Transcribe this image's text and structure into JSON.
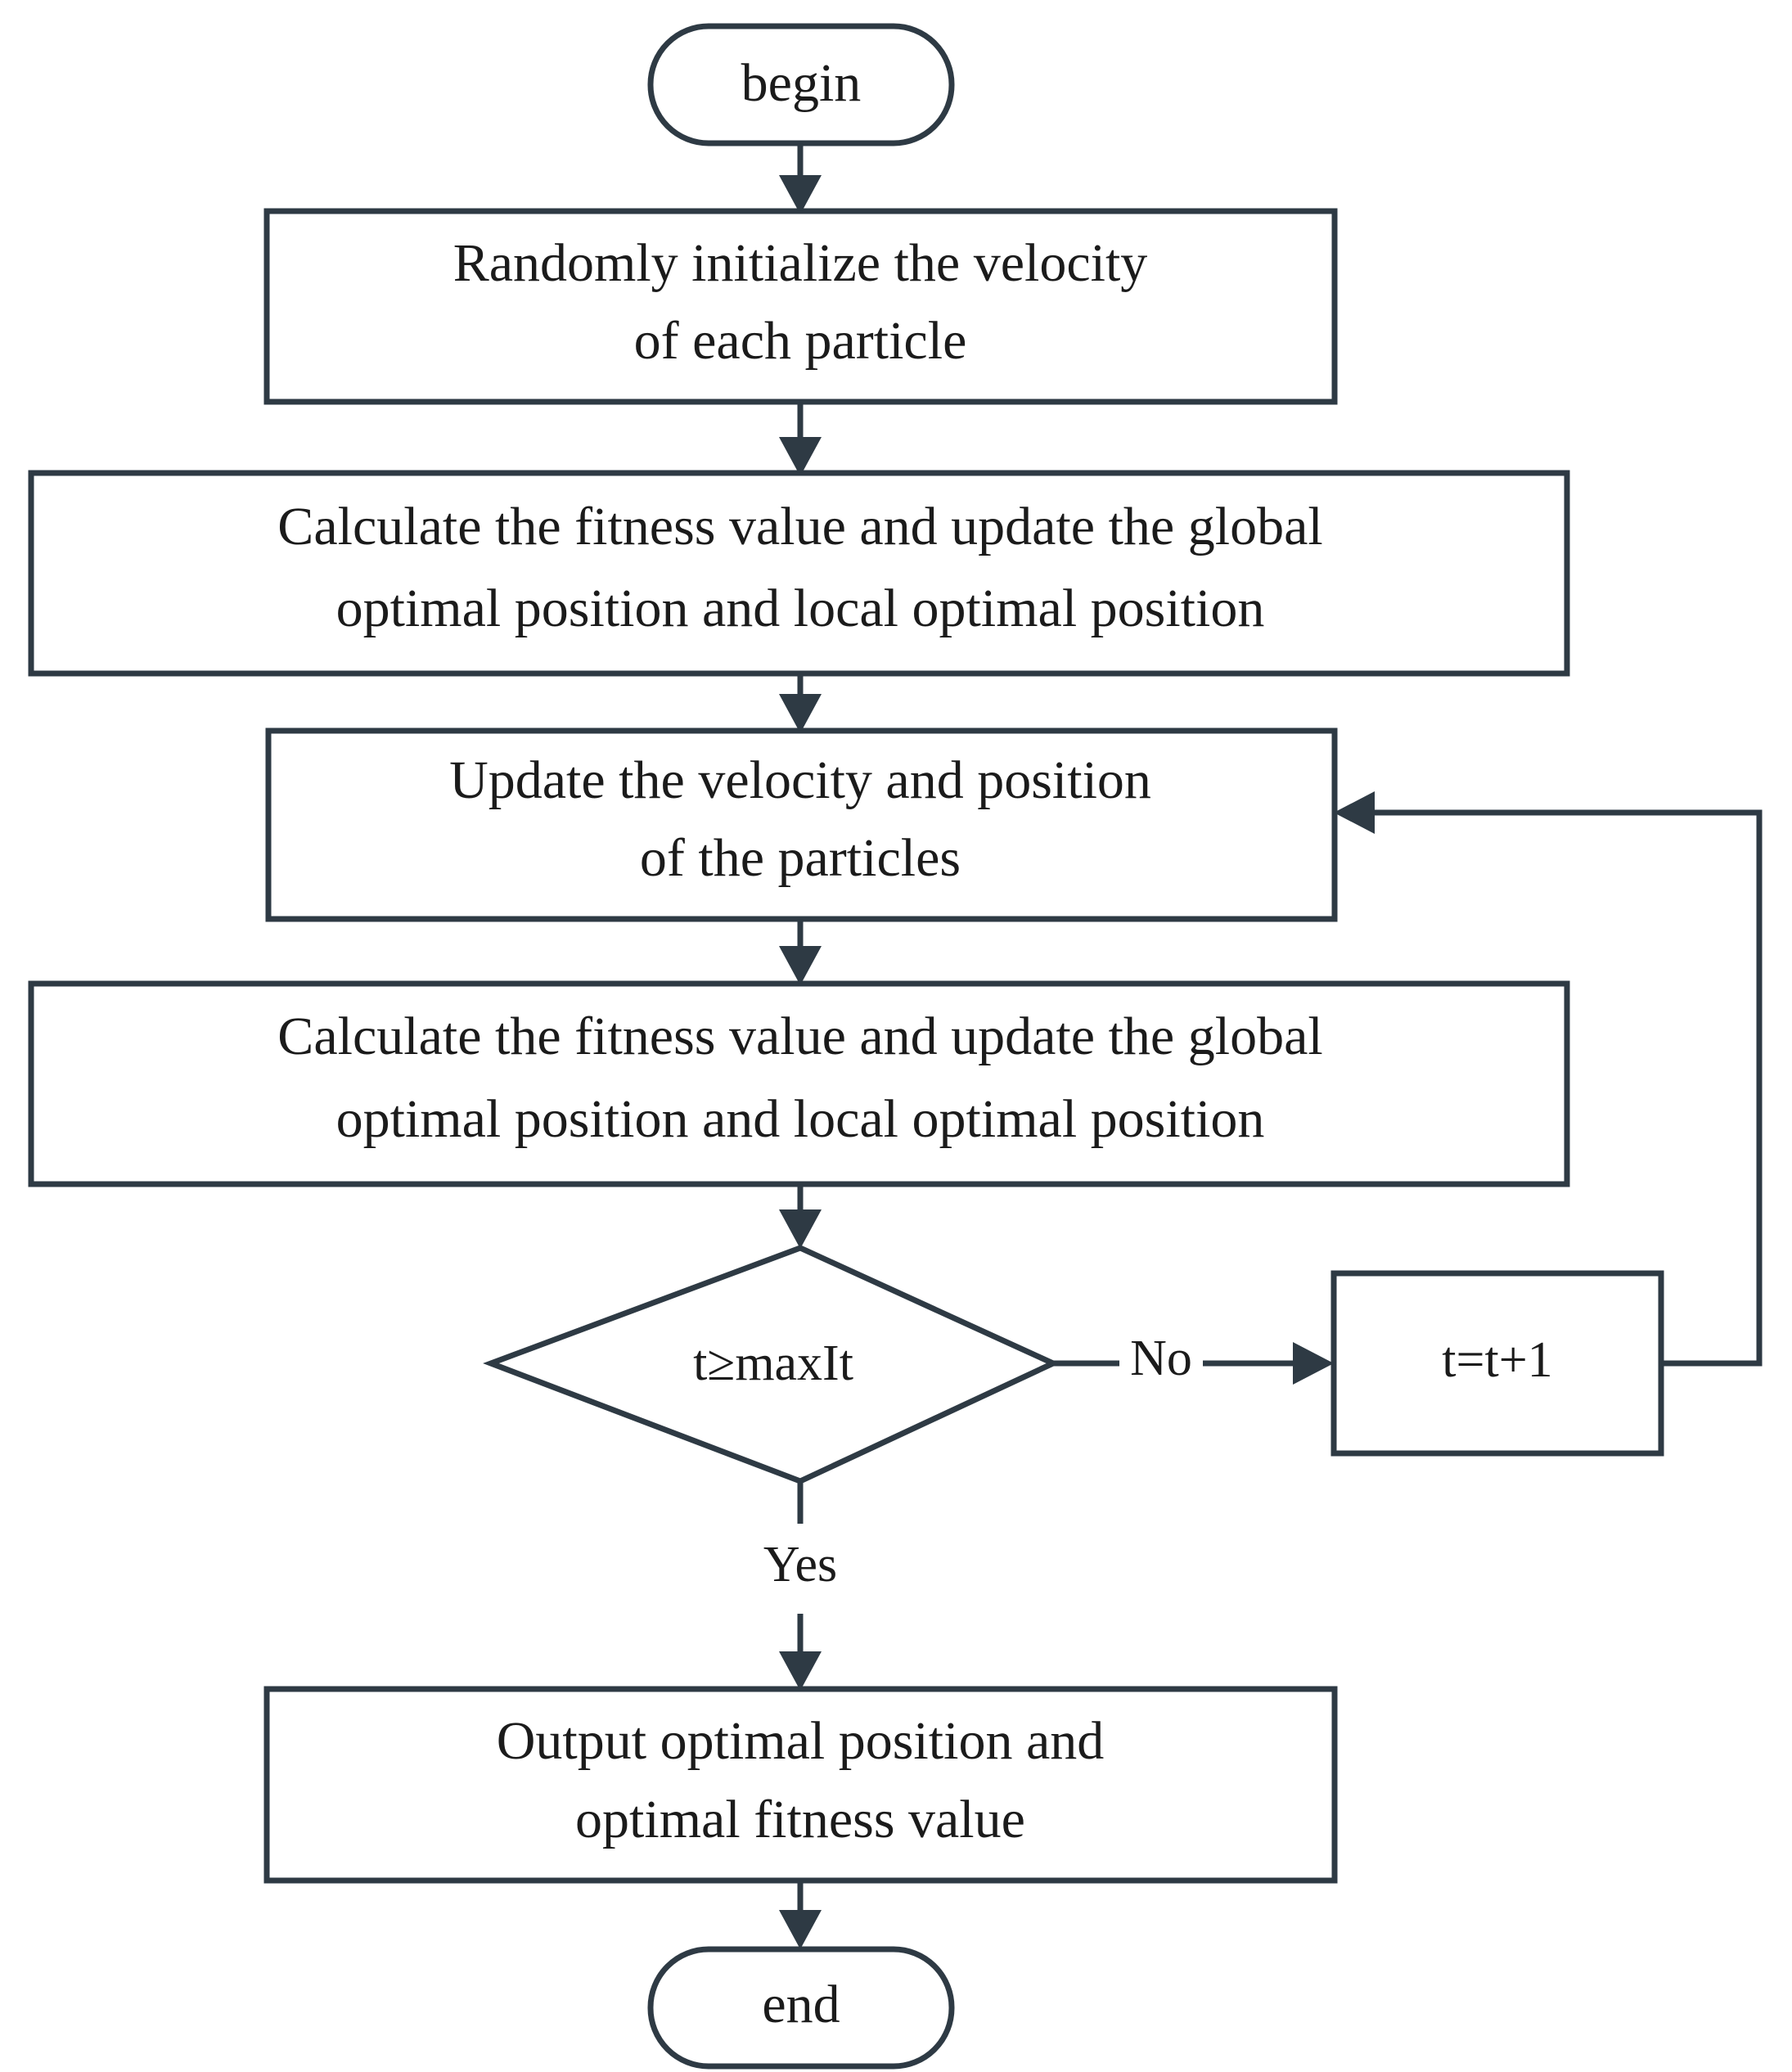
{
  "diagram": {
    "title": "Particle Swarm Optimization flowchart",
    "type": "flowchart",
    "colors": {
      "stroke": "#2e3a44",
      "text": "#1b1b1b",
      "background": "#ffffff"
    },
    "nodes": {
      "begin": {
        "label": "begin",
        "shape": "terminator"
      },
      "init_velocity": {
        "line1": "Randomly initialize the velocity",
        "line2": "of each particle",
        "shape": "process"
      },
      "calc_fitness_1": {
        "line1": "Calculate the fitness value and update the global",
        "line2": "optimal position and local optimal position",
        "shape": "process"
      },
      "update_particles": {
        "line1": "Update the velocity and position",
        "line2": "of the particles",
        "shape": "process"
      },
      "calc_fitness_2": {
        "line1": "Calculate the fitness value and update the global",
        "line2": "optimal position and local optimal position",
        "shape": "process"
      },
      "decision": {
        "label": "t≥maxIt",
        "shape": "decision"
      },
      "increment": {
        "label": "t=t+1",
        "shape": "process"
      },
      "output": {
        "line1": "Output optimal position and",
        "line2": "optimal fitness value",
        "shape": "process"
      },
      "end": {
        "label": "end",
        "shape": "terminator"
      }
    },
    "edges": {
      "no_label": "No",
      "yes_label": "Yes"
    }
  }
}
